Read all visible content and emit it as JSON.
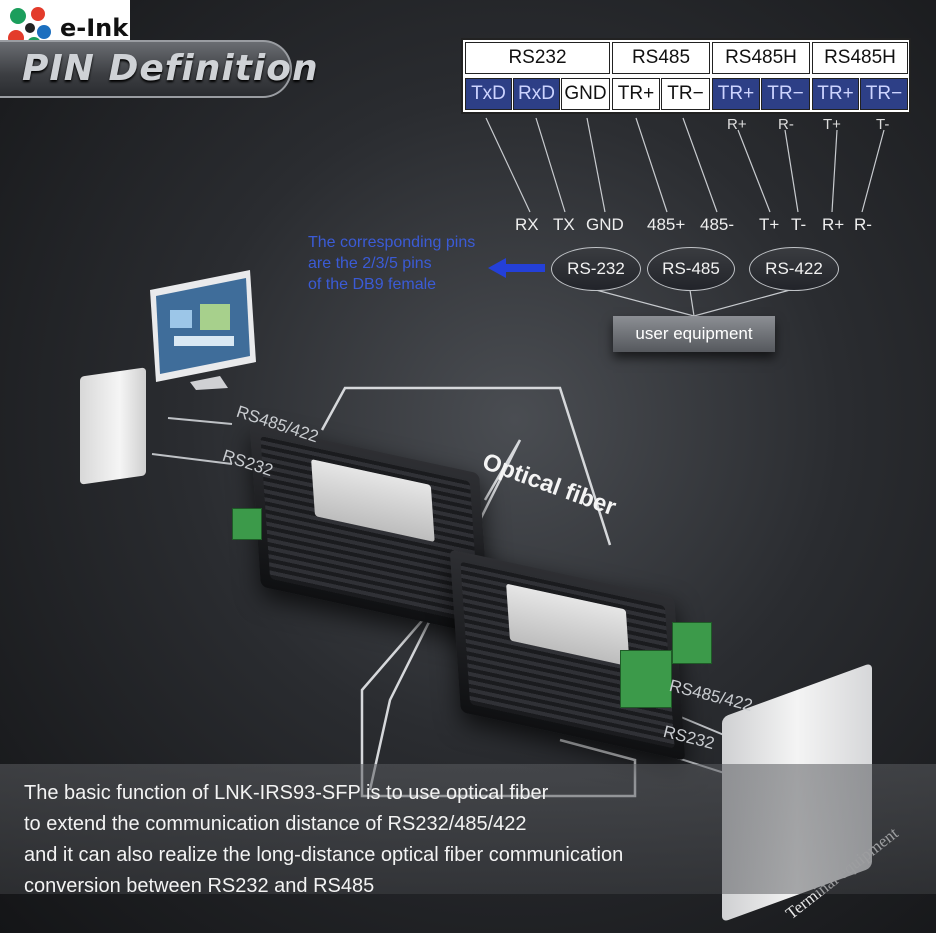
{
  "brand": {
    "name": "e-Ink"
  },
  "title": "PIN Definition",
  "pin_table": {
    "groups": [
      {
        "label": "RS232",
        "pins": [
          "TxD",
          "RxD",
          "GND"
        ]
      },
      {
        "label": "RS485",
        "pins": [
          "TR+",
          "TR−"
        ]
      },
      {
        "label": "RS485H",
        "pins": [
          "TR+",
          "TR−"
        ]
      },
      {
        "label": "RS485H",
        "pins": [
          "TR+",
          "TR−"
        ]
      }
    ],
    "sub_labels": [
      "R+",
      "R-",
      "T+",
      "T-"
    ]
  },
  "equipment_pins": [
    "RX",
    "TX",
    "GND",
    "485+",
    "485-",
    "T+",
    "T-",
    "R+",
    "R-"
  ],
  "interfaces": [
    "RS-232",
    "RS-485",
    "RS-422"
  ],
  "db9_note": [
    "The corresponding pins",
    "are the 2/3/5 pins",
    "of the DB9 female"
  ],
  "user_equipment": "user equipment",
  "link_labels": {
    "left_485": "RS485/422",
    "left_232": "RS232",
    "fiber": "Optical fiber",
    "right_485": "RS485/422",
    "right_232": "RS232",
    "terminal": "Terminal equipment"
  },
  "caption": [
    "The basic function of LNK-IRS93-SFP is to use optical fiber",
    "to extend the communication distance of RS232/485/422",
    "and it can also realize the long-distance optical fiber communication",
    "conversion between RS232 and RS485"
  ],
  "colors": {
    "pin_blue": "#2d3f86",
    "note_blue": "#3b5bd6"
  }
}
